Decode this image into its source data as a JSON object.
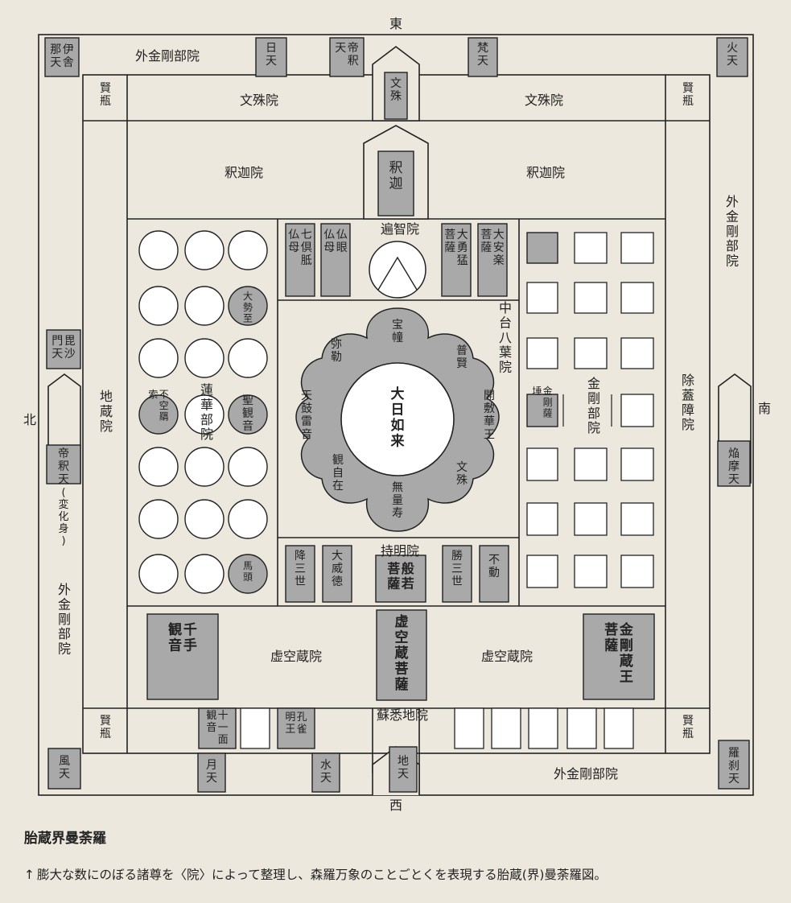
{
  "directions": {
    "east": "東",
    "west": "西",
    "north": "北",
    "south": "南"
  },
  "halls": {
    "outer_top": "外金剛部院",
    "outer_bottom": "外金剛部院",
    "outer_left": "外金剛部院",
    "outer_right": "外金剛部院",
    "monju_left": "文殊院",
    "monju_right": "文殊院",
    "shaka_left": "釈迦院",
    "shaka_right": "釈迦院",
    "jizo": "地蔵院",
    "jogaisho": "除蓋障院",
    "kokuzo_left": "虚空蔵院",
    "kokuzo_right": "虚空蔵院",
    "soshitsuji": "蘇悉地院",
    "henchi": "遍智院",
    "chudai": "中台八葉院",
    "jimyo": "持明院",
    "renge": "蓮華部院",
    "kongo": "金剛部院"
  },
  "corner_vase": "賢瓶",
  "deities": {
    "nasen": "伊舎那天",
    "nichiten": "日天",
    "taishaku_top": "帝釈天",
    "bonten": "梵天",
    "katen": "火天",
    "monju_gate": "文殊",
    "shaka": "釈迦",
    "shichikutei": "七倶胝仏母",
    "butsugen": "仏眼仏母",
    "daiyumo": "大勇猛菩薩",
    "daianraku": "大安楽菩薩",
    "daiseishi": "大勢至",
    "shokannon": "聖観音",
    "bakutou": "馬頭",
    "fukukenjaku": "不空羂索",
    "kongosatta": "金剛薩埵",
    "hodo": "宝幢",
    "fuken": "普賢",
    "kaifukeo": "開敷華王",
    "monju_petal": "文殊",
    "muryoju": "無量寿",
    "kanjizai": "観自在",
    "tenkuraion": "天鼓雷音",
    "miroku": "弥勒",
    "dainichi": "大日如来",
    "gozanze": "降三世",
    "daiitoku": "大威徳",
    "hannya": "般若菩薩",
    "shozanze": "勝三世",
    "fudo": "不動",
    "senju": "千手観音",
    "kokuzo": "虚空蔵菩薩",
    "kongozo": "金剛蔵王菩薩",
    "bishamon": "毘沙門天",
    "taishaku_left": "帝釈天",
    "henge": "(変化身)",
    "enma": "焔摩天",
    "juichimen": "十一面観音",
    "kujaku": "孔雀明王",
    "futen": "風天",
    "gatten": "月天",
    "suiten": "水天",
    "chiten": "地天",
    "rasetsu": "羅刹天"
  },
  "caption": {
    "title": "胎蔵界曼荼羅",
    "arrow": "↑",
    "description": "膨大な数にのぼる諸尊を〈院〉によって整理し、森羅万象のことごとくを表現する胎蔵(界)曼荼羅図。"
  }
}
